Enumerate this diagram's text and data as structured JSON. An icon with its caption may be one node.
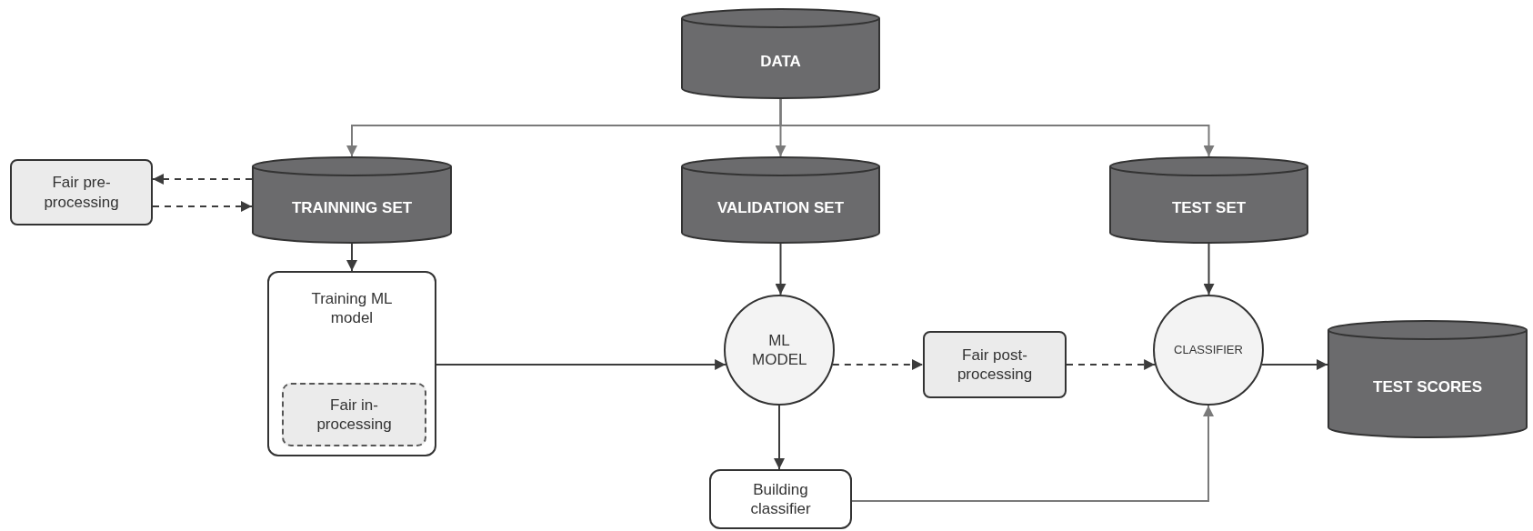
{
  "diagram": {
    "nodes": [
      {
        "text": [
          "DATA"
        ]
      },
      {
        "text": [
          "Fair pre-processing"
        ]
      },
      {
        "text": [
          "TRAINNING SET"
        ]
      },
      {
        "text": [
          "VALIDATION SET"
        ]
      },
      {
        "text": [
          "TEST SET"
        ]
      },
      {
        "text": [
          "Training ML model"
        ]
      },
      {
        "text": [
          "Fair in-processing"
        ],
        "in": 5
      },
      {
        "text": [
          "ML MODEL"
        ]
      },
      {
        "text": [
          "Fair post-processing"
        ]
      },
      {
        "text": [
          "CLASSIFIER"
        ]
      },
      {
        "text": [
          "TEST SCORES"
        ]
      },
      {
        "text": [
          "Building classifier"
        ]
      }
    ],
    "edges": [
      {
        "from": 0,
        "to": 2,
        "arrow": "to",
        "color": "#7a7a7a"
      },
      {
        "from": 0,
        "to": 3,
        "arrow": "to",
        "color": "#7a7a7a"
      },
      {
        "from": 0,
        "to": 4,
        "arrow": "to",
        "color": "#7a7a7a"
      },
      {
        "from": 2,
        "to": 1,
        "arrow": "to",
        "style": "dashed"
      },
      {
        "from": 1,
        "to": 2,
        "arrow": "to",
        "style": "dashed"
      },
      {
        "from": 2,
        "to": 5,
        "arrow": "to"
      },
      {
        "from": 5,
        "to": 7,
        "arrow": "to"
      },
      {
        "from": 3,
        "to": 7,
        "arrow": "to"
      },
      {
        "from": 7,
        "to": 8,
        "arrow": "to",
        "style": "dashed"
      },
      {
        "from": 8,
        "to": 9,
        "arrow": "to",
        "style": "dashed"
      },
      {
        "from": 4,
        "to": 9,
        "arrow": "to"
      },
      {
        "from": 9,
        "to": 10,
        "arrow": "to"
      },
      {
        "from": 7,
        "to": 11,
        "arrow": "to"
      },
      {
        "from": 11,
        "to": 9,
        "arrow": "to",
        "color": "#7a7a7a"
      }
    ]
  }
}
